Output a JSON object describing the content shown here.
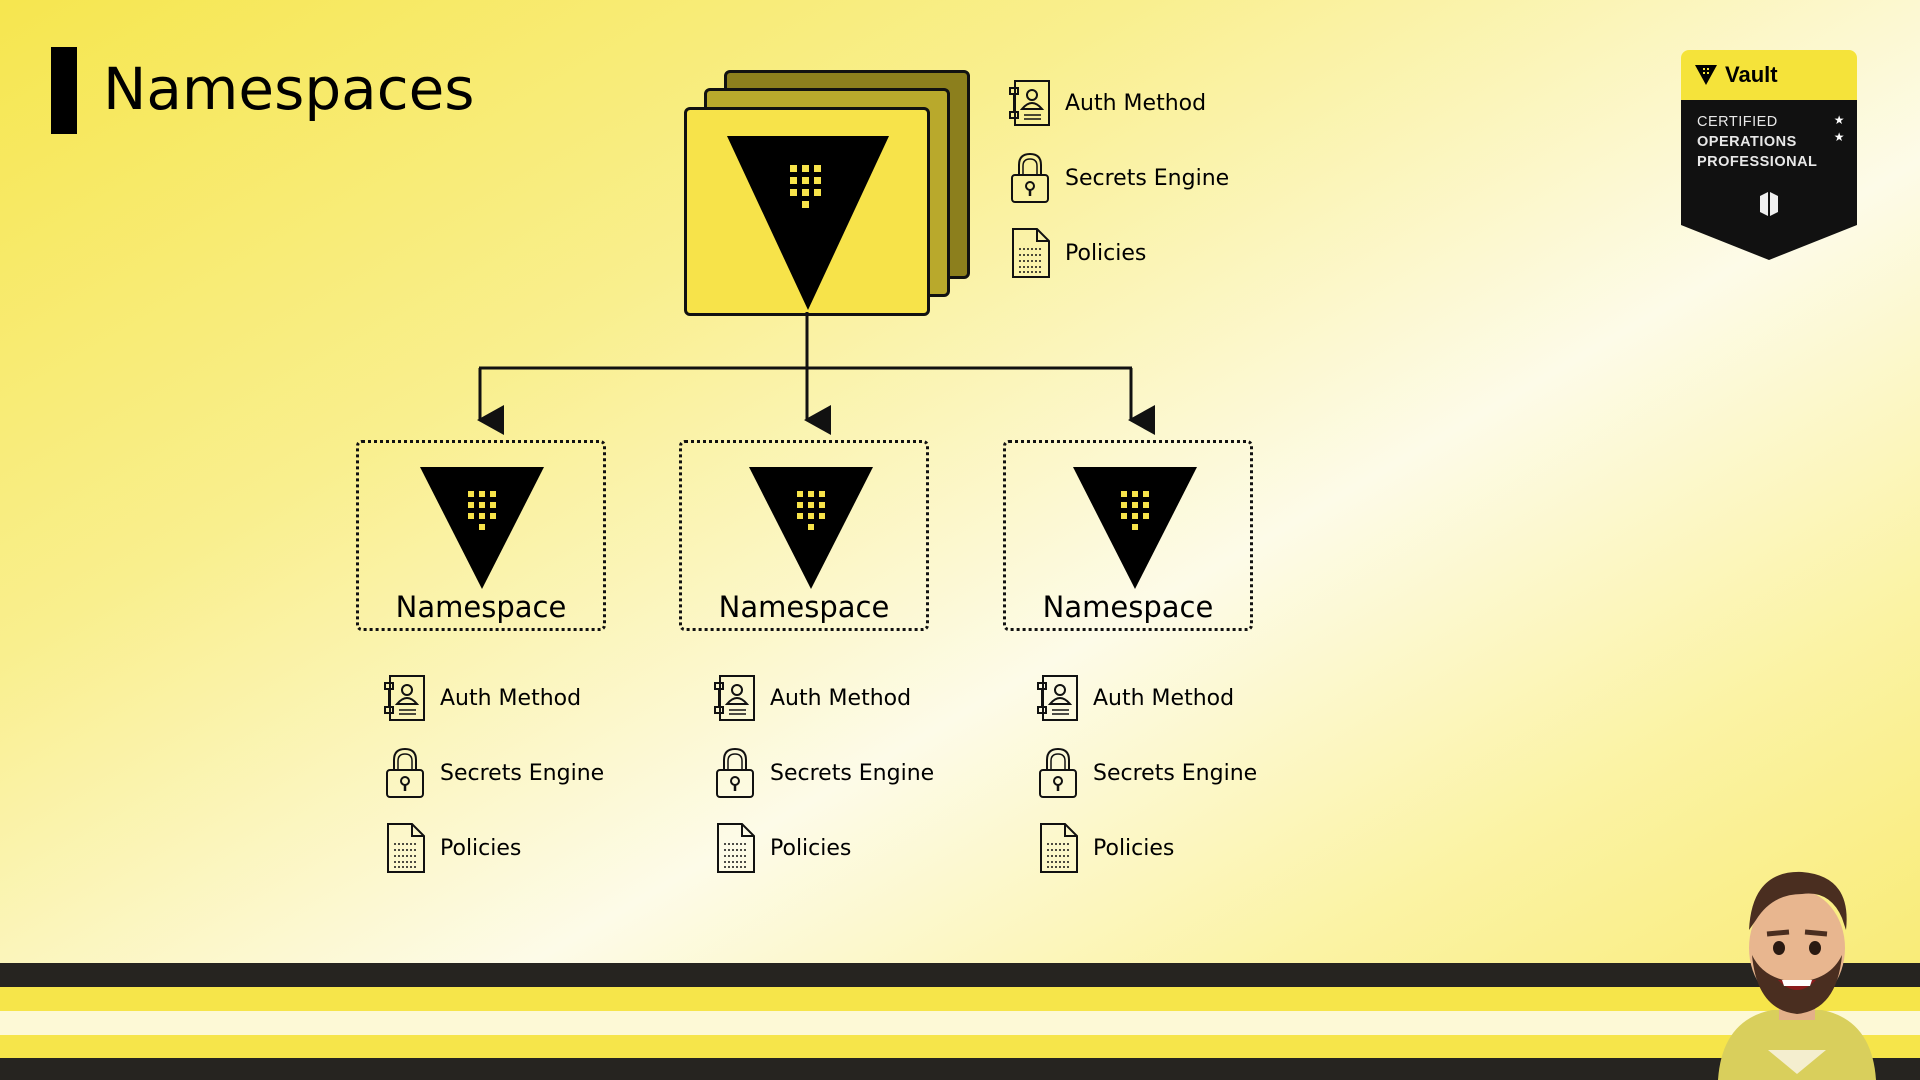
{
  "page": {
    "title": "Namespaces"
  },
  "root_legend": [
    {
      "label": "Auth Method",
      "icon": "auth-method-icon"
    },
    {
      "label": "Secrets Engine",
      "icon": "padlock-icon"
    },
    {
      "label": "Policies",
      "icon": "document-icon"
    }
  ],
  "namespaces": [
    {
      "label": "Namespace",
      "legend": [
        "Auth Method",
        "Secrets Engine",
        "Policies"
      ]
    },
    {
      "label": "Namespace",
      "legend": [
        "Auth Method",
        "Secrets Engine",
        "Policies"
      ]
    },
    {
      "label": "Namespace",
      "legend": [
        "Auth Method",
        "Secrets Engine",
        "Policies"
      ]
    }
  ],
  "badge": {
    "brand": "Vault",
    "line1": "CERTIFIED",
    "line2": "OPERATIONS",
    "line3": "PROFESSIONAL"
  },
  "colors": {
    "vault_yellow": "#f7e34a",
    "card_dark": "#8c7f1d",
    "card_mid": "#b9a92c",
    "black": "#000000"
  }
}
